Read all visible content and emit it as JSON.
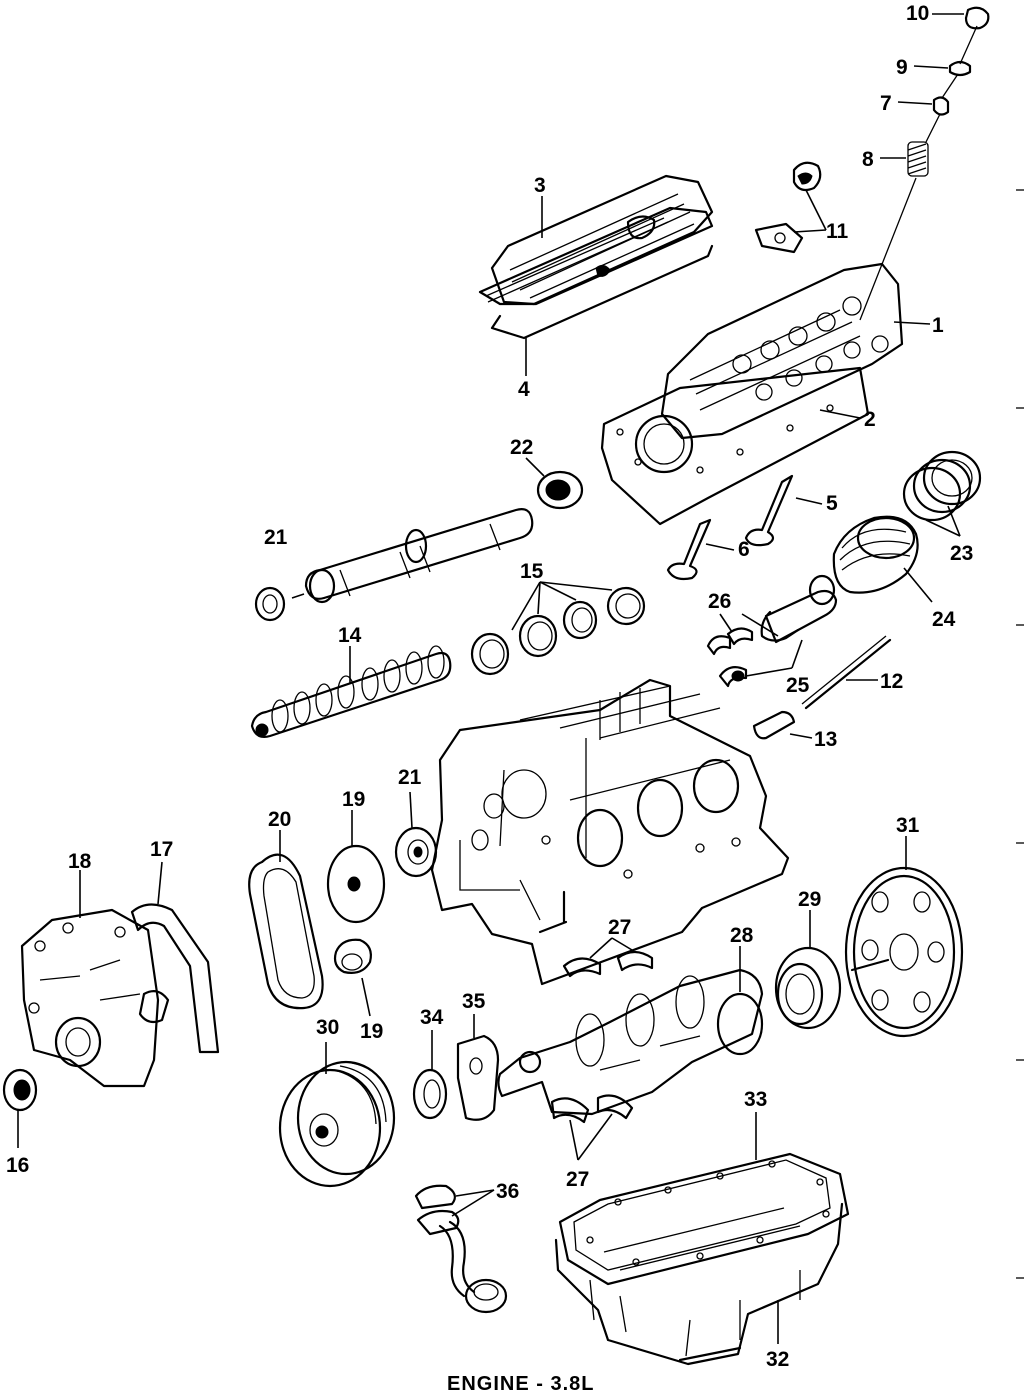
{
  "caption": "ENGINE - 3.8L",
  "callouts": {
    "c1": "1",
    "c2": "2",
    "c3": "3",
    "c4": "4",
    "c5": "5",
    "c6": "6",
    "c7": "7",
    "c8": "8",
    "c9": "9",
    "c10": "10",
    "c11": "11",
    "c12": "12",
    "c13": "13",
    "c14": "14",
    "c15": "15",
    "c16": "16",
    "c17": "17",
    "c18": "18",
    "c19a": "19",
    "c19b": "19",
    "c20": "20",
    "c21a": "21",
    "c21b": "21",
    "c22": "22",
    "c23": "23",
    "c24": "24",
    "c25": "25",
    "c26": "26",
    "c27a": "27",
    "c27b": "27",
    "c28": "28",
    "c29": "29",
    "c30": "30",
    "c31": "31",
    "c32": "32",
    "c33": "33",
    "c34": "34",
    "c35": "35",
    "c36": "36"
  }
}
